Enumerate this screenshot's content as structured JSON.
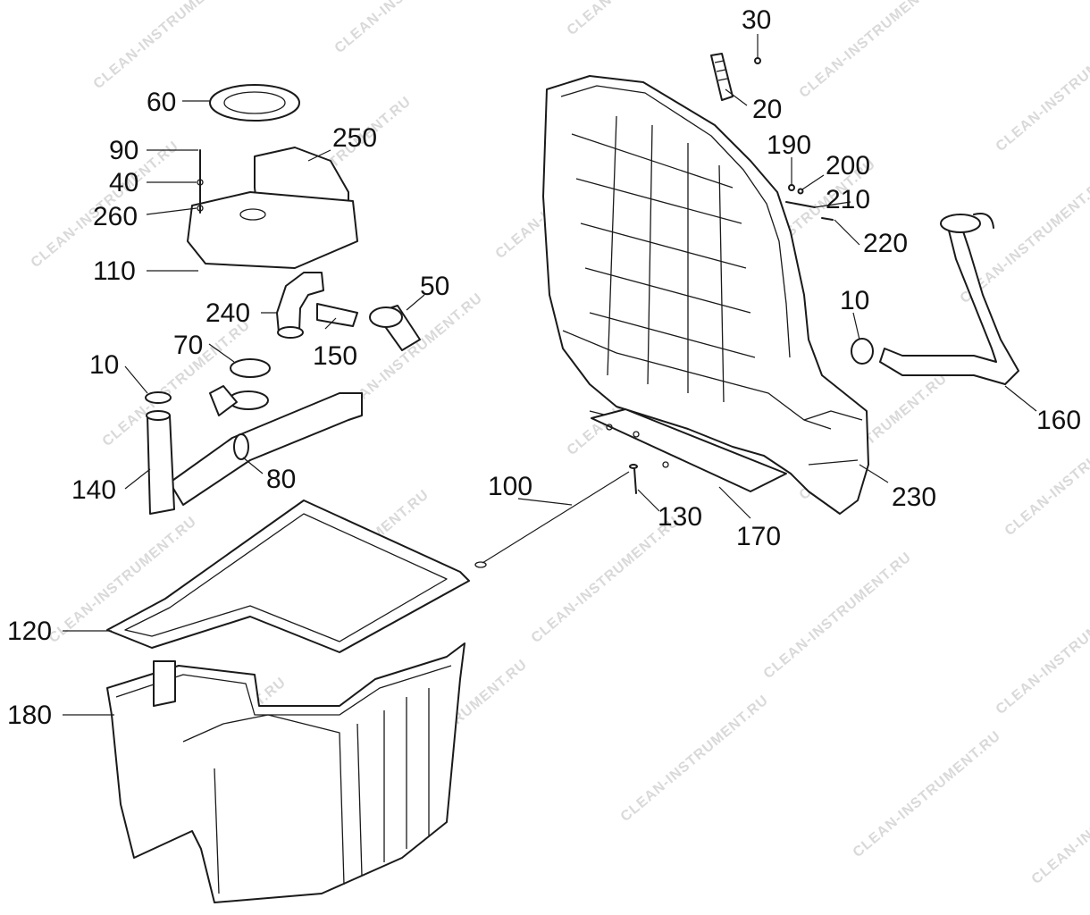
{
  "watermark": "CLEAN-INSTRUMENT.RU",
  "callouts": {
    "c30": "30",
    "c20": "20",
    "c190": "190",
    "c200": "200",
    "c210": "210",
    "c220": "220",
    "c10a": "10",
    "c160": "160",
    "c230": "230",
    "c170": "170",
    "c130": "130",
    "c100": "100",
    "c60": "60",
    "c90": "90",
    "c40": "40",
    "c260": "260",
    "c250": "250",
    "c110": "110",
    "c50": "50",
    "c240": "240",
    "c150": "150",
    "c70": "70",
    "c10b": "10",
    "c80": "80",
    "c140": "140",
    "c120": "120",
    "c180": "180"
  },
  "colors": {
    "line": "#1a1a1a",
    "background": "#ffffff",
    "watermark": "#d9d9d9"
  }
}
